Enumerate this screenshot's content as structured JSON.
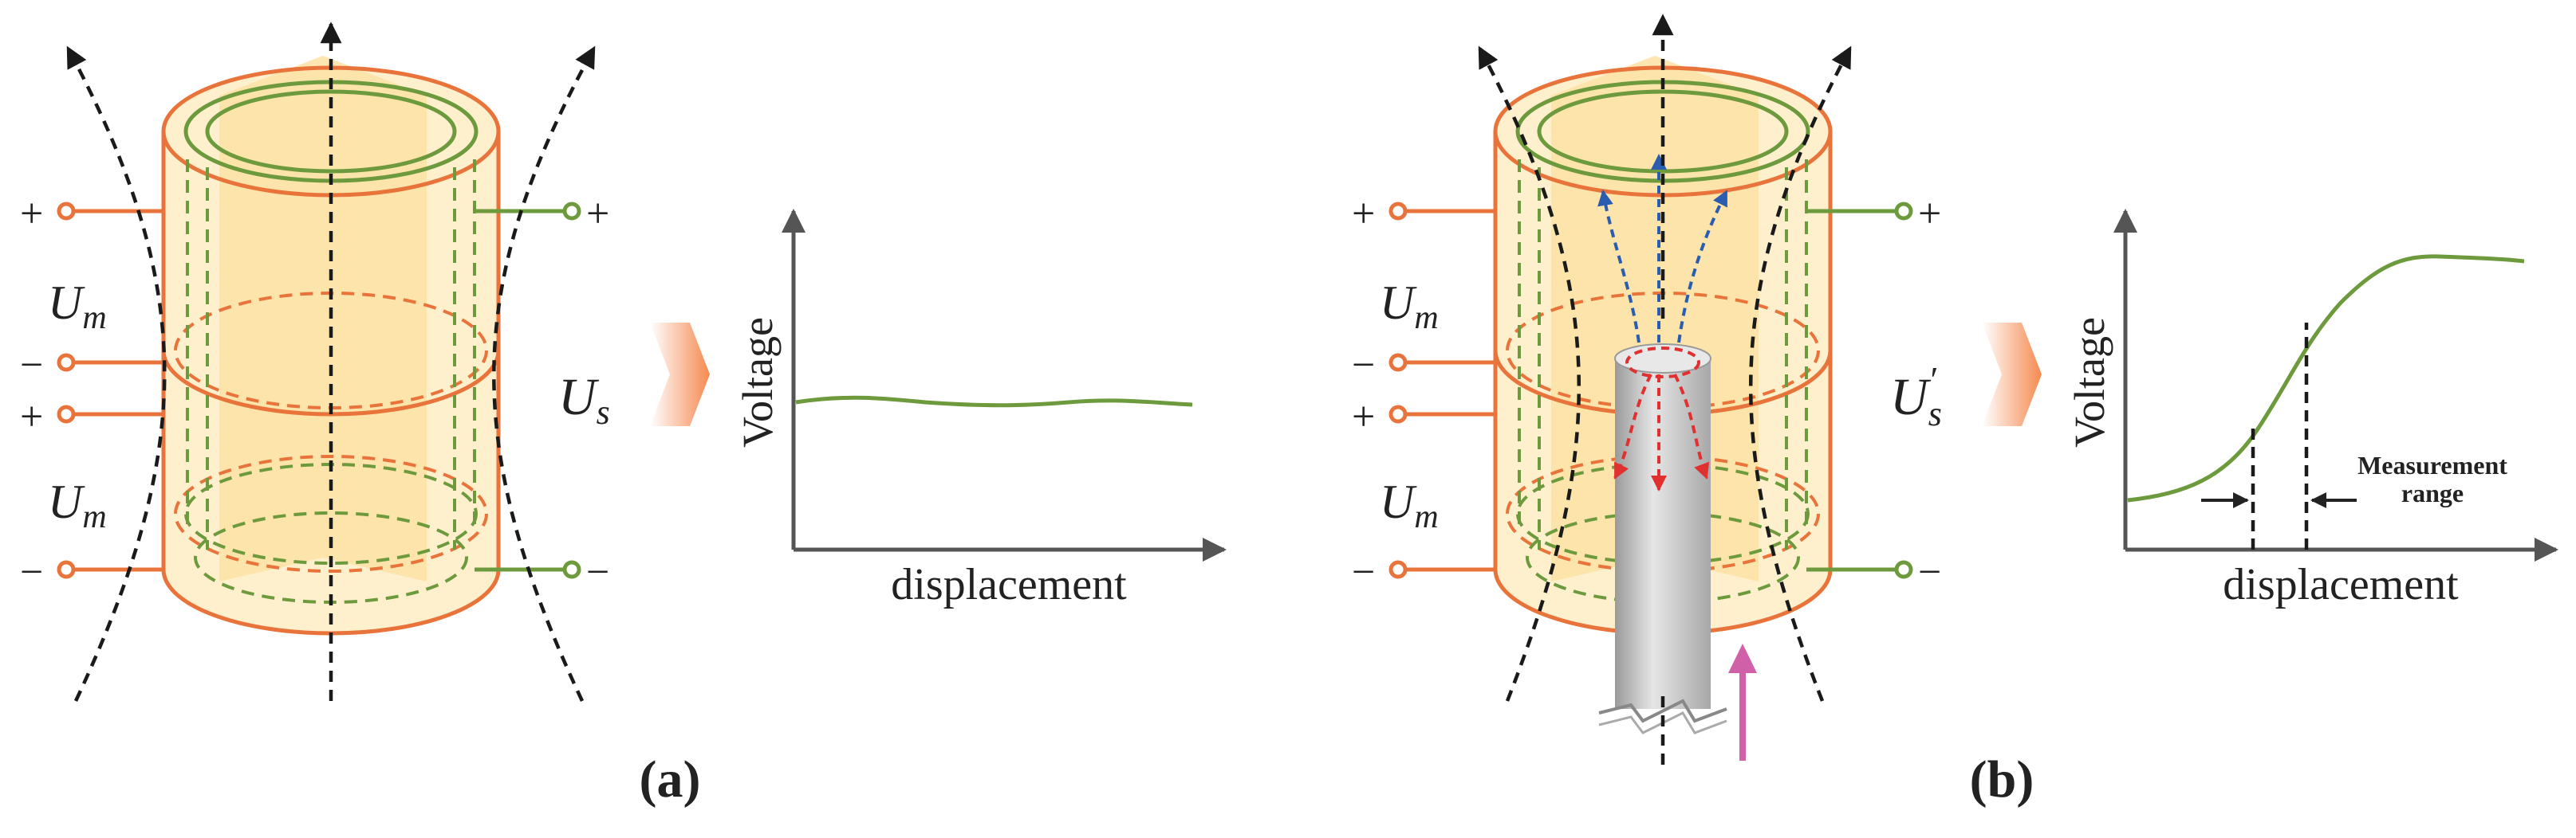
{
  "panels": [
    {
      "caption": "(a)",
      "left_terminals": [
        "+",
        "−",
        "+",
        "−"
      ],
      "right_terminals": [
        "+",
        "−"
      ],
      "left_symbols": [
        {
          "main": "U",
          "sub": "m"
        },
        {
          "main": "U",
          "sub": "m"
        }
      ],
      "output_symbol": {
        "main": "U",
        "sub": "s"
      },
      "graph": {
        "ylabel": "Voltage",
        "xlabel": "displacement"
      }
    },
    {
      "caption": "(b)",
      "left_terminals": [
        "+",
        "−",
        "+",
        "−"
      ],
      "right_terminals": [
        "+",
        "−"
      ],
      "left_symbols": [
        {
          "main": "U",
          "sub": "m"
        },
        {
          "main": "U",
          "sub": "m"
        }
      ],
      "output_symbol": {
        "main": "U",
        "prime": "′",
        "sub": "s"
      },
      "graph": {
        "ylabel": "Voltage",
        "xlabel": "displacement",
        "annotation_line1": "Measurement",
        "annotation_line2": "range"
      }
    }
  ],
  "colors": {
    "coil_orange": "#e8743b",
    "coil_green": "#6e9a3e",
    "field_fill": "#fde2a4",
    "flux_black": "#1a1a1a",
    "flux_blue": "#2a5db0",
    "flux_red": "#e03030",
    "rod_gray": "#c8c8c8",
    "push_arrow": "#d060a8",
    "output_arrow": "#f58a50",
    "axis": "#555555"
  }
}
